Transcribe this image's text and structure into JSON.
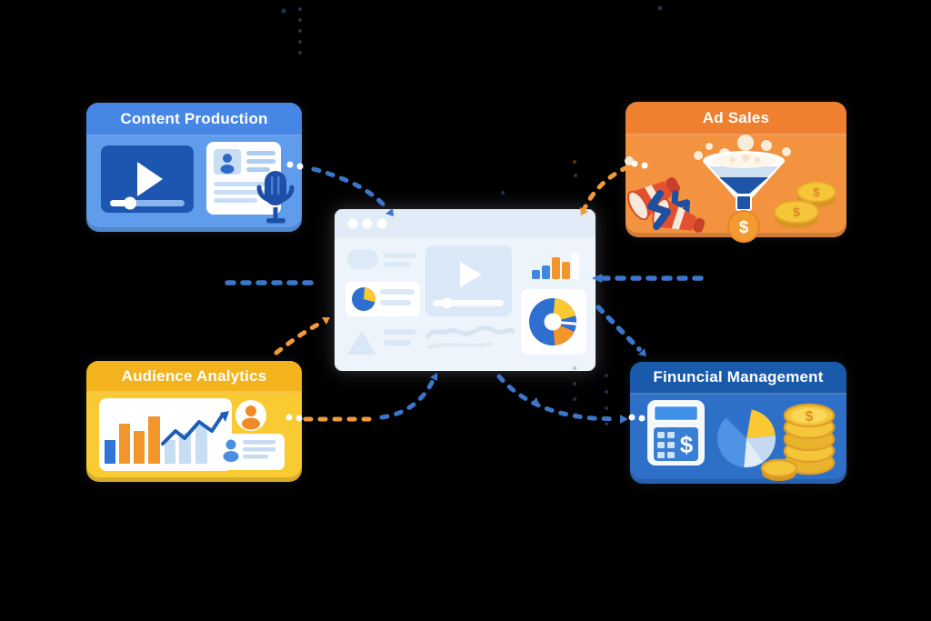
{
  "glyphs": {
    "dollar": "$"
  },
  "palette": {
    "background": "#000000",
    "connector_blue": "#3b76ca",
    "connector_orange": "#f29a3a",
    "navy": "#1e55a8",
    "gold": "#f5c53a",
    "white": "#ffffff"
  },
  "nodes": {
    "content_production": {
      "title": "Content Production",
      "header_color": "#4687e6",
      "body_color": "#5f9cec",
      "icons": [
        "video-player-icon",
        "article-icon",
        "microphone-icon"
      ]
    },
    "ad_sales": {
      "title": "Ad Sales",
      "header_color": "#ee8030",
      "body_color": "#f3923f",
      "icons": [
        "megaphone-icon",
        "funnel-icon",
        "coin-icon",
        "dollar-coin-icon"
      ]
    },
    "audience_analytics": {
      "title": "Audience Analytics",
      "header_color": "#f2b31c",
      "body_color": "#f9ca31",
      "icons": [
        "bar-chart-icon",
        "trend-line-icon",
        "avatar-icon",
        "profile-card-icon"
      ]
    },
    "financial_management": {
      "title": "Finuncial Management",
      "header_color": "#1a5aab",
      "body_color": "#2e70c8",
      "icons": [
        "calculator-icon",
        "pie-chart-icon",
        "coin-stack-icon"
      ]
    }
  },
  "center_window": {
    "name": "dashboard-window",
    "background": "#eef4fb",
    "icons": [
      "window-dots",
      "list-widget-icon",
      "mini-pie-icon",
      "video-player-icon",
      "line-chart-icon",
      "mini-bar-chart-icon",
      "donut-chart-icon"
    ]
  },
  "connectors": [
    {
      "name": "content-production-to-dashboard",
      "color": "#3b76ca",
      "style": "dashed-curve"
    },
    {
      "name": "ad-sales-to-dashboard",
      "color": "#f29a3a",
      "style": "dashed-curve"
    },
    {
      "name": "left-flow-line",
      "color": "#3b76ca",
      "style": "dashed-line"
    },
    {
      "name": "right-flow-line",
      "color": "#3b76ca",
      "style": "dashed-line"
    },
    {
      "name": "dashboard-to-financial-diagonal",
      "color": "#3b76ca",
      "style": "dashed-line"
    },
    {
      "name": "audience-analytics-to-dashboard-curve",
      "color": "#f29a3a",
      "style": "dashed-curve"
    },
    {
      "name": "audience-analytics-flow-line",
      "color": "#f29a3a",
      "style": "dashed-line"
    },
    {
      "name": "dashboard-to-financial-curve",
      "color": "#3b76ca",
      "style": "dashed-curve"
    }
  ]
}
